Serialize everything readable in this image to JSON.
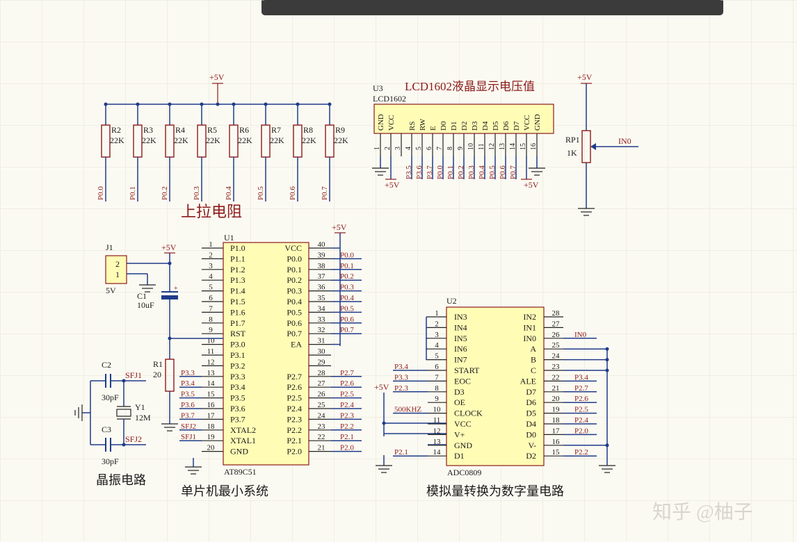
{
  "pullup": {
    "power": "+5V",
    "resistors": [
      {
        "ref": "R2",
        "value": "22K",
        "net": "P0.0"
      },
      {
        "ref": "R3",
        "value": "22K",
        "net": "P0.1"
      },
      {
        "ref": "R4",
        "value": "22K",
        "net": "P0.2"
      },
      {
        "ref": "R5",
        "value": "22K",
        "net": "P0.3"
      },
      {
        "ref": "R6",
        "value": "22K",
        "net": "P0.4"
      },
      {
        "ref": "R7",
        "value": "22K",
        "net": "P0.5"
      },
      {
        "ref": "R8",
        "value": "22K",
        "net": "P0.6"
      },
      {
        "ref": "R9",
        "value": "22K",
        "net": "P0.7"
      }
    ],
    "caption": "上拉电阻"
  },
  "lcd": {
    "ref": "U3",
    "part": "LCD1602",
    "title": "LCD1602液晶显示电压值",
    "pins": [
      {
        "num": "1",
        "name": "GND",
        "net": ""
      },
      {
        "num": "2",
        "name": "VCC",
        "net": ""
      },
      {
        "num": "3",
        "name": "",
        "net": ""
      },
      {
        "num": "4",
        "name": "RS",
        "net": "P3.5"
      },
      {
        "num": "5",
        "name": "RW",
        "net": "P3.6"
      },
      {
        "num": "6",
        "name": "E",
        "net": "P3.7"
      },
      {
        "num": "7",
        "name": "D0",
        "net": "P0.0"
      },
      {
        "num": "8",
        "name": "D1",
        "net": "P0.1"
      },
      {
        "num": "9",
        "name": "D2",
        "net": "P0.2"
      },
      {
        "num": "10",
        "name": "D3",
        "net": "P0.3"
      },
      {
        "num": "11",
        "name": "D4",
        "net": "P0.4"
      },
      {
        "num": "12",
        "name": "D5",
        "net": "P0.5"
      },
      {
        "num": "13",
        "name": "D6",
        "net": "P0.6"
      },
      {
        "num": "14",
        "name": "D7",
        "net": "P0.7"
      },
      {
        "num": "15",
        "name": "VCC",
        "net": ""
      },
      {
        "num": "16",
        "name": "GND",
        "net": ""
      }
    ],
    "power_left": "+5V",
    "power_right": "+5V"
  },
  "pot": {
    "ref": "RP1",
    "value": "1K",
    "power": "+5V",
    "net": "IN0"
  },
  "mcu": {
    "ref": "U1",
    "part": "AT89C51",
    "power": "+5V",
    "caption": "单片机最小系统",
    "left": [
      {
        "num": "1",
        "name": "P1.0",
        "net": ""
      },
      {
        "num": "2",
        "name": "P1.1",
        "net": ""
      },
      {
        "num": "3",
        "name": "P1.2",
        "net": ""
      },
      {
        "num": "4",
        "name": "P1.3",
        "net": ""
      },
      {
        "num": "5",
        "name": "P1.4",
        "net": ""
      },
      {
        "num": "6",
        "name": "P1.5",
        "net": ""
      },
      {
        "num": "7",
        "name": "P1.6",
        "net": ""
      },
      {
        "num": "8",
        "name": "P1.7",
        "net": ""
      },
      {
        "num": "9",
        "name": "RST",
        "net": ""
      },
      {
        "num": "10",
        "name": "P3.0",
        "net": ""
      },
      {
        "num": "11",
        "name": "P3.1",
        "net": ""
      },
      {
        "num": "12",
        "name": "P3.2",
        "net": ""
      },
      {
        "num": "13",
        "name": "P3.3",
        "net": "P3.3"
      },
      {
        "num": "14",
        "name": "P3.4",
        "net": "P3.4"
      },
      {
        "num": "15",
        "name": "P3.5",
        "net": "P3.5"
      },
      {
        "num": "16",
        "name": "P3.6",
        "net": "P3.6"
      },
      {
        "num": "17",
        "name": "P3.7",
        "net": "P3.7"
      },
      {
        "num": "18",
        "name": "XTAL2",
        "net": "SFJ2"
      },
      {
        "num": "19",
        "name": "XTAL1",
        "net": "SFJ1"
      },
      {
        "num": "20",
        "name": "GND",
        "net": ""
      }
    ],
    "right": [
      {
        "num": "40",
        "name": "VCC",
        "net": ""
      },
      {
        "num": "39",
        "name": "P0.0",
        "net": "P0.0"
      },
      {
        "num": "38",
        "name": "P0.1",
        "net": "P0.1"
      },
      {
        "num": "37",
        "name": "P0.2",
        "net": "P0.2"
      },
      {
        "num": "36",
        "name": "P0.3",
        "net": "P0.3"
      },
      {
        "num": "35",
        "name": "P0.4",
        "net": "P0.4"
      },
      {
        "num": "34",
        "name": "P0.5",
        "net": "P0.5"
      },
      {
        "num": "33",
        "name": "P0.6",
        "net": "P0.6"
      },
      {
        "num": "32",
        "name": "P0.7",
        "net": "P0.7"
      },
      {
        "num": "31",
        "name": "EA",
        "net": ""
      },
      {
        "num": "30",
        "name": "",
        "net": ""
      },
      {
        "num": "29",
        "name": "",
        "net": ""
      },
      {
        "num": "28",
        "name": "P2.7",
        "net": "P2.7"
      },
      {
        "num": "27",
        "name": "P2.6",
        "net": "P2.6"
      },
      {
        "num": "26",
        "name": "P2.5",
        "net": "P2.5"
      },
      {
        "num": "25",
        "name": "P2.4",
        "net": "P2.4"
      },
      {
        "num": "24",
        "name": "P2.3",
        "net": "P2.3"
      },
      {
        "num": "23",
        "name": "P2.2",
        "net": "P2.2"
      },
      {
        "num": "22",
        "name": "P2.1",
        "net": "P2.1"
      },
      {
        "num": "21",
        "name": "P2.0",
        "net": "P2.0"
      }
    ]
  },
  "power_in": {
    "ref": "J1",
    "pin2": "2",
    "pin1": "1",
    "value": "5V",
    "power": "+5V"
  },
  "cap_c1": {
    "ref": "C1",
    "value": "10uF"
  },
  "res_r1": {
    "ref": "R1",
    "value": "20"
  },
  "crystal": {
    "c2_ref": "C2",
    "c2_value": "30pF",
    "c3_ref": "C3",
    "c3_value": "30pF",
    "y_ref": "Y1",
    "y_value": "12M",
    "net1": "SFJ1",
    "net2": "SFJ2",
    "caption": "晶振电路"
  },
  "adc": {
    "ref": "U2",
    "part": "ADC0809",
    "caption": "模拟量转换为数字量电路",
    "power": "+5V",
    "left": [
      {
        "num": "1",
        "name": "IN3",
        "net": ""
      },
      {
        "num": "2",
        "name": "IN4",
        "net": ""
      },
      {
        "num": "3",
        "name": "IN5",
        "net": ""
      },
      {
        "num": "4",
        "name": "IN6",
        "net": ""
      },
      {
        "num": "5",
        "name": "IN7",
        "net": ""
      },
      {
        "num": "6",
        "name": "START",
        "net": "P3.4"
      },
      {
        "num": "7",
        "name": "EOC",
        "net": "P3.3"
      },
      {
        "num": "8",
        "name": "D3",
        "net": "P2.3"
      },
      {
        "num": "9",
        "name": "OE",
        "net": ""
      },
      {
        "num": "10",
        "name": "CLOCK",
        "net": "500KHZ"
      },
      {
        "num": "11",
        "name": "VCC",
        "net": ""
      },
      {
        "num": "12",
        "name": "V+",
        "net": ""
      },
      {
        "num": "13",
        "name": "GND",
        "net": ""
      },
      {
        "num": "14",
        "name": "D1",
        "net": "P2.1"
      }
    ],
    "right": [
      {
        "num": "28",
        "name": "IN2",
        "net": ""
      },
      {
        "num": "27",
        "name": "IN1",
        "net": ""
      },
      {
        "num": "26",
        "name": "IN0",
        "net": "IN0"
      },
      {
        "num": "25",
        "name": "A",
        "net": ""
      },
      {
        "num": "24",
        "name": "B",
        "net": ""
      },
      {
        "num": "23",
        "name": "C",
        "net": ""
      },
      {
        "num": "22",
        "name": "ALE",
        "net": "P3.4"
      },
      {
        "num": "21",
        "name": "D7",
        "net": "P2.7"
      },
      {
        "num": "20",
        "name": "D6",
        "net": "P2.6"
      },
      {
        "num": "19",
        "name": "D5",
        "net": "P2.5"
      },
      {
        "num": "18",
        "name": "D4",
        "net": "P2.4"
      },
      {
        "num": "17",
        "name": "D0",
        "net": "P2.0"
      },
      {
        "num": "16",
        "name": "V-",
        "net": ""
      },
      {
        "num": "15",
        "name": "D2",
        "net": "P2.2"
      }
    ]
  },
  "watermark": "知乎 @柚子",
  "colors": {
    "wire": "#1f3b8a",
    "label": "#8b1a1a",
    "chip_fill": "#fffcb6",
    "grid": "#e9e6d9"
  }
}
